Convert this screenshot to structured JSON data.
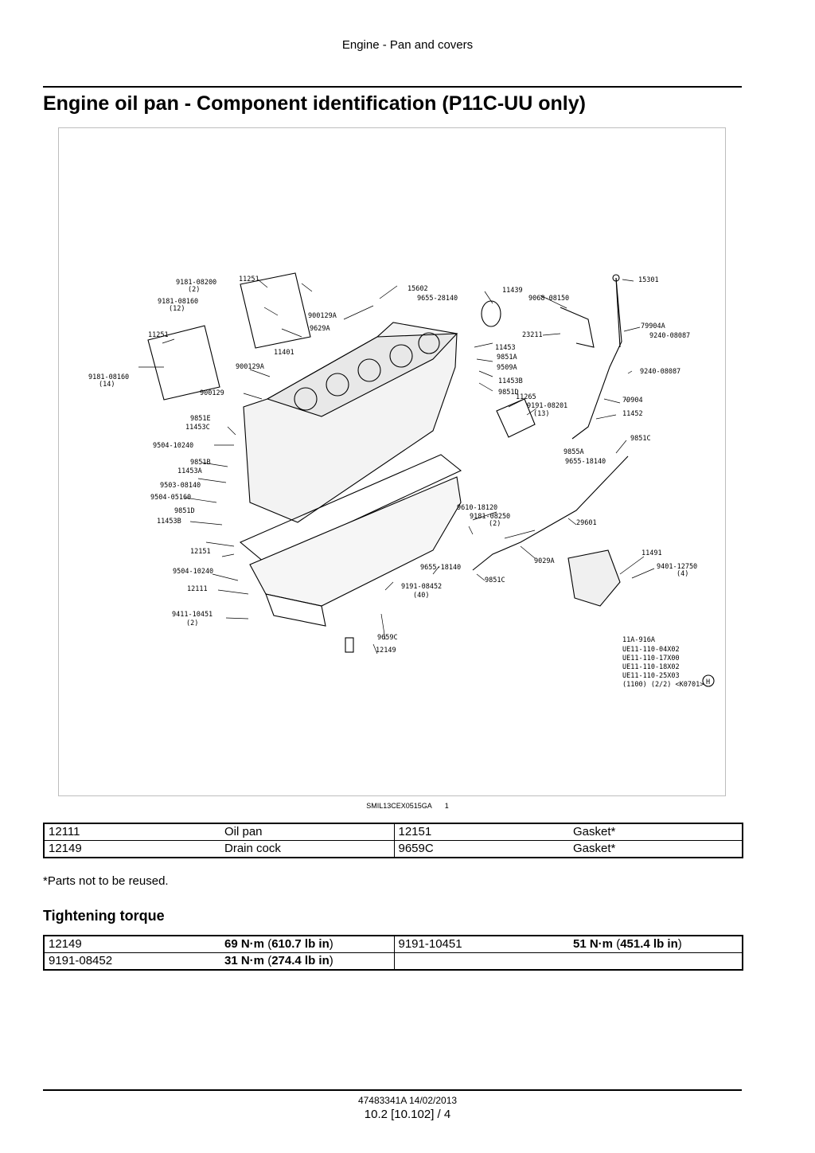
{
  "header": {
    "running_title": "Engine - Pan and covers"
  },
  "title": "Engine oil pan - Component identification (P11C-UU only)",
  "figure": {
    "callouts": [
      "11251",
      "9181-08200",
      "(2)",
      "9181-08160",
      "(12)",
      "11251",
      "9181-08160",
      "(14)",
      "15602",
      "9655-28140",
      "900129A",
      "9629A",
      "11401",
      "900129A",
      "900129",
      "9851E",
      "11453C",
      "9504-10240",
      "9851B",
      "11453A",
      "9503-08140",
      "9504-05160",
      "9851D",
      "11453B",
      "12151",
      "9504-10240",
      "12111",
      "9411-10451",
      "(2)",
      "11439",
      "9068-08150",
      "15301",
      "23211",
      "79904A",
      "9240-08087",
      "11453",
      "9851A",
      "9509A",
      "11453B",
      "9851D",
      "9240-08087",
      "11265",
      "9191-08201",
      "(13)",
      "79904",
      "11452",
      "9851C",
      "9855A",
      "9655-18140",
      "9610-18120",
      "9181-08250",
      "(2)",
      "29601",
      "11491",
      "9401-12750",
      "(4)",
      "9029A",
      "9655-18140",
      "9851C",
      "9191-08452",
      "(40)",
      "9659C",
      "12149",
      "11A-916A",
      "UE11-110-04X02",
      "UE11-110-17X00",
      "UE11-110-18X02",
      "UE11-110-25X03",
      "(1100) (2/2) <K0701>",
      "H"
    ],
    "caption_code": "SMIL13CEX0515GA",
    "caption_number": "1"
  },
  "parts_table": [
    [
      "12111",
      "Oil pan",
      "12151",
      "Gasket*"
    ],
    [
      "12149",
      "Drain cock",
      "9659C",
      "Gasket*"
    ]
  ],
  "note": "*Parts not to be reused.",
  "torque_heading": "Tightening torque",
  "torque_table": [
    {
      "code_a": "12149",
      "nm_a": "69 N·m",
      "lbin_a": "610.7 lb in",
      "code_b": "9191-10451",
      "nm_b": "51 N·m",
      "lbin_b": "451.4 lb in"
    },
    {
      "code_a": "9191-08452",
      "nm_a": "31 N·m",
      "lbin_a": "274.4 lb in",
      "code_b": "",
      "nm_b": "",
      "lbin_b": ""
    }
  ],
  "footer": {
    "doc_id": "47483341A 14/02/2013",
    "page_ref": "10.2 [10.102] / 4"
  }
}
